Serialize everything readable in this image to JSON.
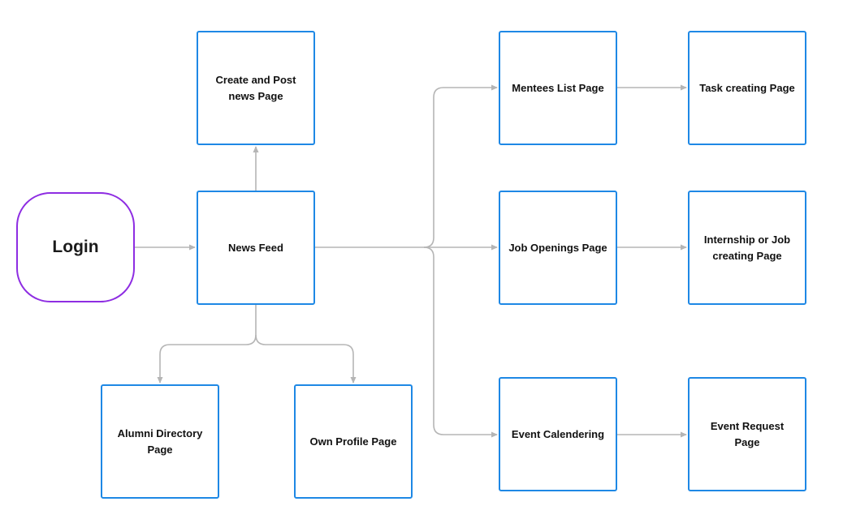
{
  "diagram": {
    "accent_color": "#1e88e5",
    "login_color": "#8e2de2",
    "connector_color": "#b5b5b5",
    "nodes": {
      "login": "Login",
      "create_post": "Create  and Post\nnews Page",
      "news_feed": "News Feed",
      "alumni_directory": "Alumni Directory\nPage",
      "own_profile": "Own Profile Page",
      "mentees_list": "Mentees List Page",
      "task_creating": "Task creating Page",
      "job_openings": "Job Openings Page",
      "internship_creating": "Internship or Job\ncreating Page",
      "event_calendering": "Event Calendering",
      "event_request": "Event Request Page"
    },
    "edges": [
      [
        "login",
        "news_feed"
      ],
      [
        "news_feed",
        "create_post"
      ],
      [
        "news_feed",
        "alumni_directory"
      ],
      [
        "news_feed",
        "own_profile"
      ],
      [
        "news_feed",
        "mentees_list"
      ],
      [
        "news_feed",
        "job_openings"
      ],
      [
        "news_feed",
        "event_calendering"
      ],
      [
        "mentees_list",
        "task_creating"
      ],
      [
        "job_openings",
        "internship_creating"
      ],
      [
        "event_calendering",
        "event_request"
      ]
    ]
  }
}
